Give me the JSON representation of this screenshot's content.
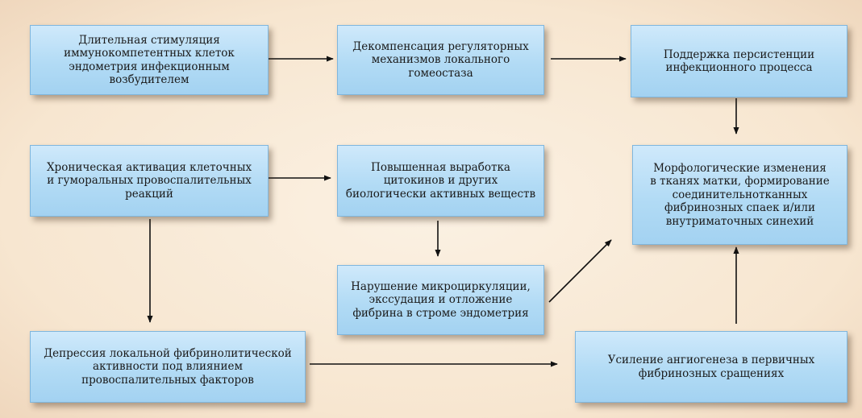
{
  "nodes": [
    {
      "id": "stimulation",
      "label": "Длительная стимуляция\nиммунокомпетентных клеток\nэндометрия инфекционным\nвозбудителем"
    },
    {
      "id": "decompensation",
      "label": "Декомпенсация регуляторных\nмеханизмов локального\nгомеостаза"
    },
    {
      "id": "persistence",
      "label": "Поддержка персистенции\nинфекционного процесса"
    },
    {
      "id": "chronic-activation",
      "label": "Хроническая активация клеточных\nи гуморальных провоспалительных\nреакций"
    },
    {
      "id": "cytokines",
      "label": "Повышенная выработка\nцитокинов и других\nбиологически активных веществ"
    },
    {
      "id": "morphology",
      "label": "Морфологические изменения\nв тканях матки, формирование\nсоединительнотканных\nфибринозных спаек и/или\nвнутриматочных синехий"
    },
    {
      "id": "microcirculation",
      "label": "Нарушение микроциркуляции,\nэкссудация и отложение\nфибрина в строме эндометрия"
    },
    {
      "id": "fibrinolytic",
      "label": "Депрессия локальной фибринолитической\nактивности под влиянием\nпровоспалительных факторов"
    },
    {
      "id": "angiogenesis",
      "label": "Усиление ангиогенеза в первичных\nфибринозных сращениях"
    }
  ],
  "edges": [
    {
      "from": "stimulation",
      "to": "decompensation"
    },
    {
      "from": "decompensation",
      "to": "persistence"
    },
    {
      "from": "persistence",
      "to": "morphology"
    },
    {
      "from": "chronic-activation",
      "to": "cytokines"
    },
    {
      "from": "chronic-activation",
      "to": "fibrinolytic"
    },
    {
      "from": "cytokines",
      "to": "microcirculation"
    },
    {
      "from": "microcirculation",
      "to": "morphology"
    },
    {
      "from": "fibrinolytic",
      "to": "angiogenesis"
    },
    {
      "from": "angiogenesis",
      "to": "morphology"
    }
  ]
}
